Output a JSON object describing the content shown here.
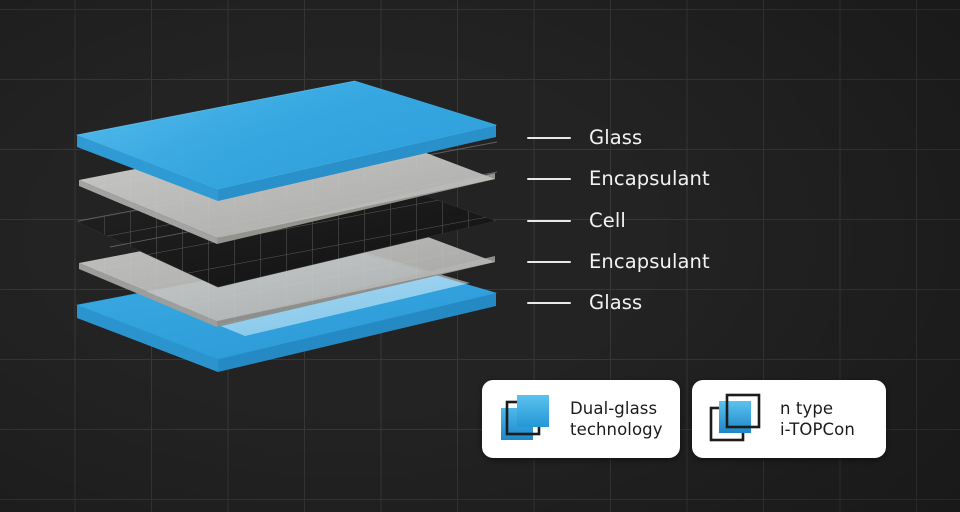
{
  "graphic": {
    "title": "Dual-glass solar module exploded layer diagram",
    "background_color": "#232323",
    "grid_line_color": "#373737",
    "accent_blue": "#36a9e1",
    "encapsulant_color": "#c6c6c4",
    "cell_color": "#1b1b1b"
  },
  "callouts": [
    {
      "label": "Glass",
      "icon": "leader-line"
    },
    {
      "label": "Encapsulant",
      "icon": "leader-line"
    },
    {
      "label": "Cell",
      "icon": "leader-line"
    },
    {
      "label": "Encapsulant",
      "icon": "leader-line"
    },
    {
      "label": "Glass",
      "icon": "leader-line"
    }
  ],
  "layers": [
    {
      "name": "Glass",
      "type": "glass",
      "fill": "#36a9e1"
    },
    {
      "name": "Encapsulant",
      "type": "encapsulant",
      "fill": "#c9c9c7"
    },
    {
      "name": "Cell",
      "type": "cell",
      "fill": "#1c1c1c"
    },
    {
      "name": "Encapsulant",
      "type": "encapsulant",
      "fill": "#c9c9c7"
    },
    {
      "name": "Glass",
      "type": "glass",
      "fill": "#36a9e1"
    }
  ],
  "badges": [
    {
      "text": "Dual-glass\ntechnology",
      "icon": "dual-glass-layers-icon"
    },
    {
      "text": "n type\ni-TOPCon",
      "icon": "n-type-topcon-layers-icon"
    }
  ]
}
